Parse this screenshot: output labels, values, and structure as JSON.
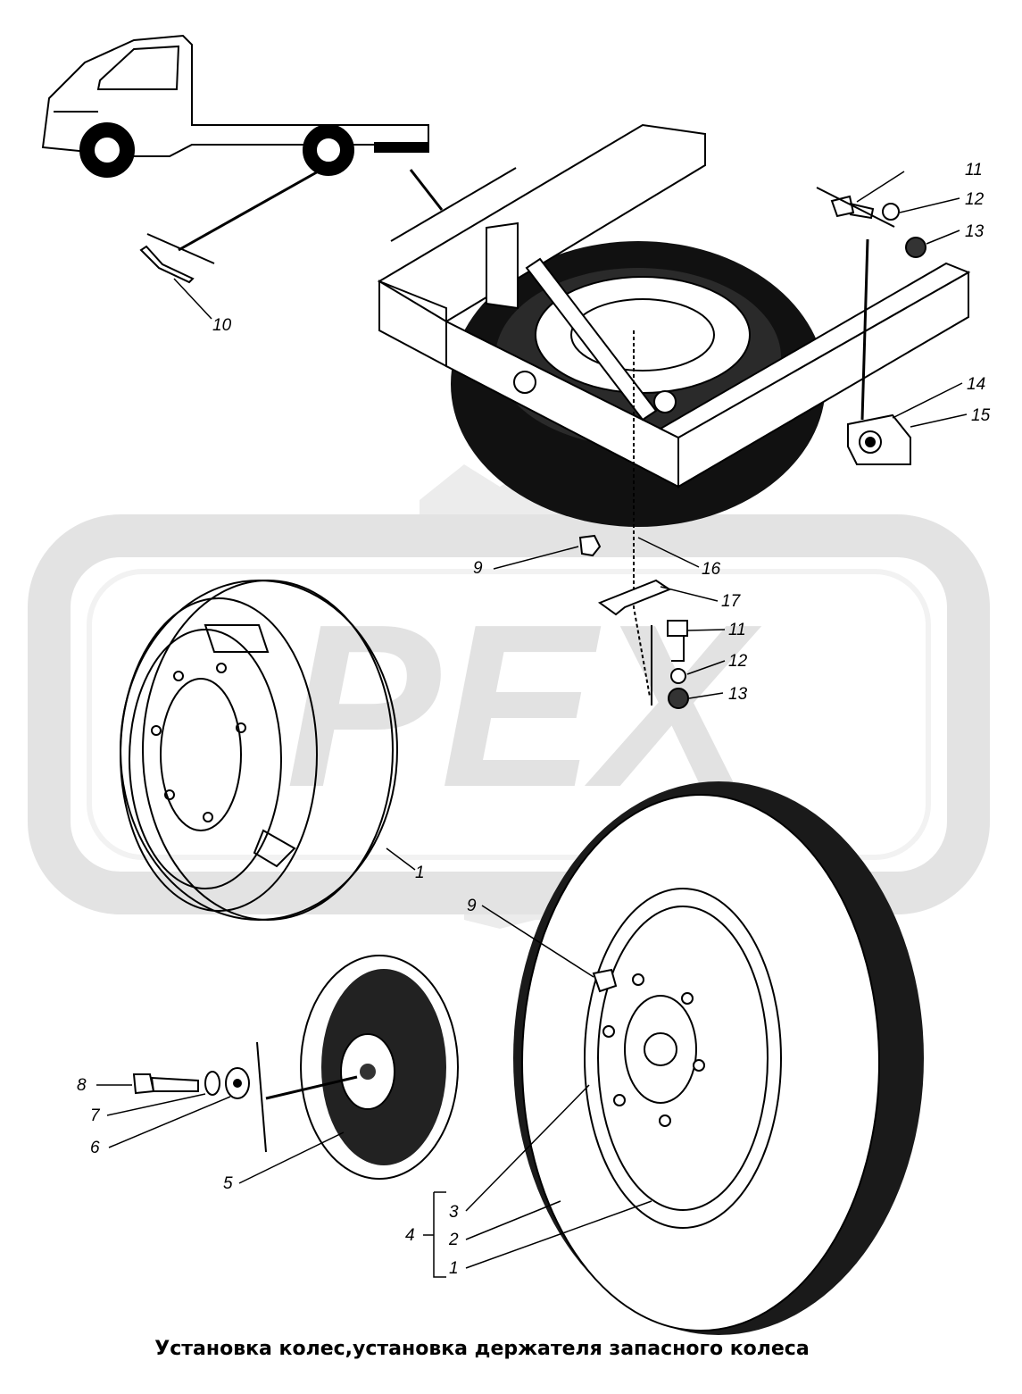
{
  "caption": "Установка колес,установка держателя запасного колеса",
  "watermark": "PEX",
  "colors": {
    "ink": "#000000",
    "watermark": "#e6e6e6"
  },
  "callouts": {
    "c1a": "1",
    "c1b": "1",
    "c2": "2",
    "c3": "3",
    "c4": "4",
    "c5": "5",
    "c6": "6",
    "c7": "7",
    "c8": "8",
    "c9a": "9",
    "c9b": "9",
    "c10": "10",
    "c11a": "11",
    "c11b": "11",
    "c12a": "12",
    "c12b": "12",
    "c13a": "13",
    "c13b": "13",
    "c14": "14",
    "c15": "15",
    "c16": "16",
    "c17": "17"
  }
}
